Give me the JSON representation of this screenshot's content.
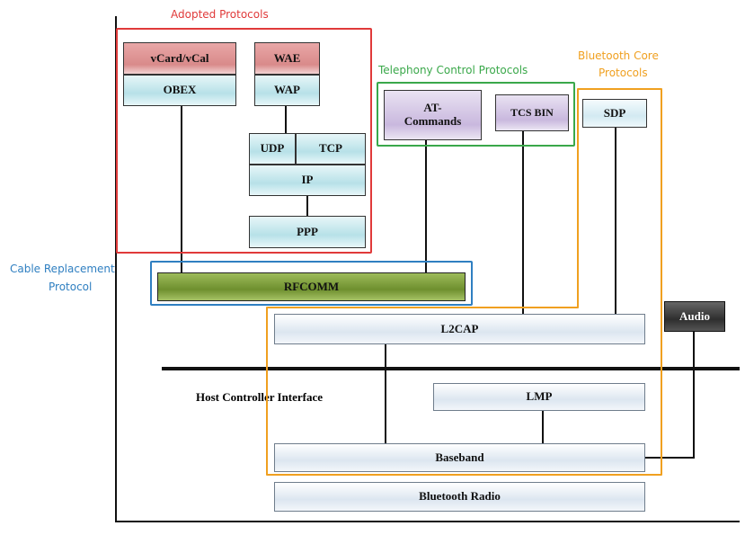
{
  "groups": {
    "adopted": "Adopted Protocols",
    "telephony": "Telephony Control Protocols",
    "core_line1": "Bluetooth Core",
    "core_line2": "Protocols",
    "cable_line1": "Cable Replacement",
    "cable_line2": "Protocol"
  },
  "protocols": {
    "vcard": "vCard/vCal",
    "obex": "OBEX",
    "wae": "WAE",
    "wap": "WAP",
    "udp": "UDP",
    "tcp": "TCP",
    "ip": "IP",
    "ppp": "PPP",
    "at_line1": "AT-",
    "at_line2": "Commands",
    "tcs": "TCS BIN",
    "sdp": "SDP",
    "rfcomm": "RFCOMM",
    "audio": "Audio",
    "l2cap": "L2CAP",
    "lmp": "LMP",
    "baseband": "Baseband",
    "radio": "Bluetooth Radio"
  },
  "hci_label": "Host Controller Interface",
  "colors": {
    "adopted": "#e03a3a",
    "telephony": "#3aa84a",
    "core": "#f0a020",
    "cable": "#2f7fc1"
  }
}
